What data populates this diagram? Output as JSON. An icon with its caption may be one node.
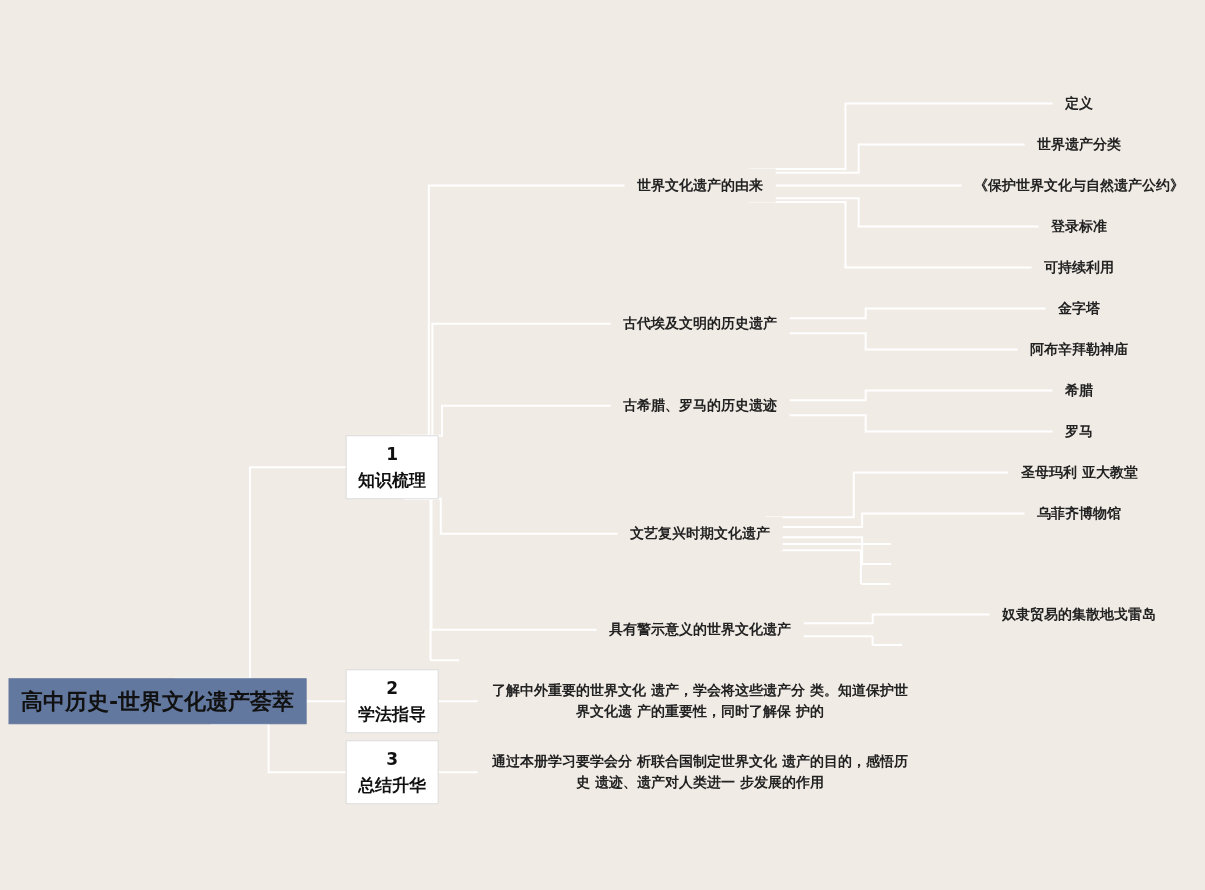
{
  "diagram": {
    "nodes": [
      {
        "text": [
          "高中历史-世界文化遗产荟萃"
        ]
      },
      {
        "text": [
          "1",
          "知识梳理"
        ]
      },
      {
        "text": [
          "世界文化遗产的由来"
        ]
      },
      {
        "text": [
          "定义"
        ]
      },
      {
        "text": [
          "世界遗产分类"
        ]
      },
      {
        "text": [
          "《保护世界文化与自然遗产公约》"
        ]
      },
      {
        "text": [
          "登录标准"
        ]
      },
      {
        "text": [
          "可持续利用"
        ]
      },
      {
        "text": [
          "古代埃及文明的历史遗产"
        ]
      },
      {
        "text": [
          "金字塔"
        ]
      },
      {
        "text": [
          "阿布辛拜勒神庙"
        ]
      },
      {
        "text": [
          "古希腊、罗马的历史遗迹"
        ]
      },
      {
        "text": [
          "希腊"
        ]
      },
      {
        "text": [
          "罗马"
        ]
      },
      {
        "text": [
          "文艺复兴时期文化遗产"
        ]
      },
      {
        "text": [
          "圣母玛利 亚大教堂"
        ]
      },
      {
        "text": [
          "乌菲齐博物馆"
        ]
      },
      {
        "text": [
          "具有警示意义的世界文化遗产"
        ]
      },
      {
        "text": [
          "奴隶贸易的集散地戈雷岛"
        ]
      },
      {
        "text": [
          "2",
          "学法指导"
        ]
      },
      {
        "text": [
          "了解中外重要的世界文化 遗产，学会将这些遗产分 类。知道保护世界文化遗 产的重要性，同时了解保 护的"
        ]
      },
      {
        "text": [
          "3",
          "总结升华"
        ]
      },
      {
        "text": [
          "通过本册学习要学会分 析联合国制定世界文化 遗产的目的，感悟历史 遗迹、遗产对人类进一 步发展的作用"
        ]
      }
    ],
    "edges": [
      {
        "from": 0,
        "to": 1,
        "arrow": "none"
      },
      {
        "from": 1,
        "to": 2,
        "arrow": "none"
      },
      {
        "from": 2,
        "to": 3,
        "arrow": "none"
      },
      {
        "from": 2,
        "to": 4,
        "arrow": "none"
      },
      {
        "from": 2,
        "to": 5,
        "arrow": "none"
      },
      {
        "from": 2,
        "to": 6,
        "arrow": "none"
      },
      {
        "from": 2,
        "to": 7,
        "arrow": "none"
      },
      {
        "from": 1,
        "to": 8,
        "arrow": "none"
      },
      {
        "from": 8,
        "to": 9,
        "arrow": "none"
      },
      {
        "from": 8,
        "to": 10,
        "arrow": "none"
      },
      {
        "from": 1,
        "to": 11,
        "arrow": "none"
      },
      {
        "from": 11,
        "to": 12,
        "arrow": "none"
      },
      {
        "from": 11,
        "to": 13,
        "arrow": "none"
      },
      {
        "from": 1,
        "to": 14,
        "arrow": "none"
      },
      {
        "from": 14,
        "to": 15,
        "arrow": "none"
      },
      {
        "from": 14,
        "to": 16,
        "arrow": "none"
      },
      {
        "from": 14,
        "to": null,
        "arrow": "none"
      },
      {
        "from": 14,
        "to": null,
        "arrow": "none"
      },
      {
        "from": 14,
        "to": null,
        "arrow": "none"
      },
      {
        "from": 1,
        "to": 17,
        "arrow": "none"
      },
      {
        "from": 17,
        "to": 18,
        "arrow": "none"
      },
      {
        "from": 17,
        "to": null,
        "arrow": "none"
      },
      {
        "from": 1,
        "to": null,
        "arrow": "none"
      },
      {
        "from": 0,
        "to": 19,
        "arrow": "none"
      },
      {
        "from": 19,
        "to": 20,
        "arrow": "none"
      },
      {
        "from": 0,
        "to": 21,
        "arrow": "none"
      },
      {
        "from": 21,
        "to": 22,
        "arrow": "none"
      }
    ]
  }
}
